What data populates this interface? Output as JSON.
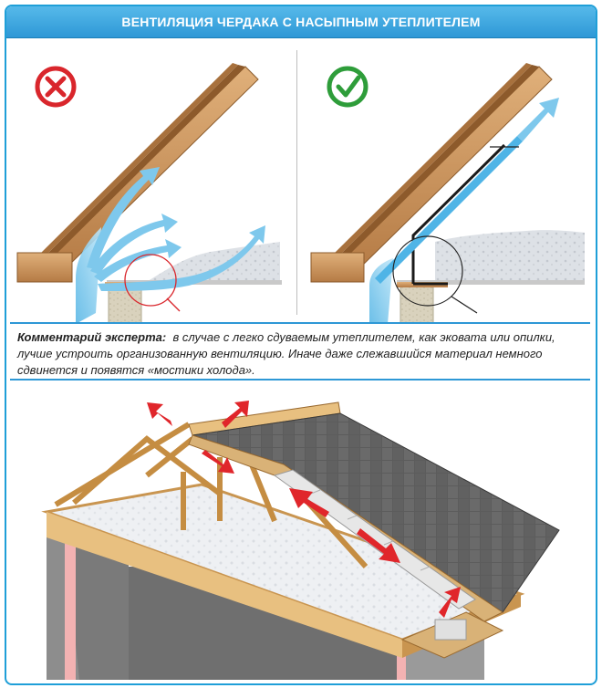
{
  "title": "ВЕНТИЛЯЦИЯ ЧЕРДАКА С НАСЫПНЫМ УТЕПЛИТЕЛЕМ",
  "left_panel": {
    "status_icon": "cross-icon",
    "status_color": "#d9262c"
  },
  "right_panel": {
    "status_icon": "check-icon",
    "status_color": "#2e9d3a"
  },
  "comment": {
    "label": "Комментарий эксперта:",
    "text": "в случае с легко сдуваемым утеплителем, как эковата или опилки, лучше устроить организованную вентиляцию. Иначе даже слежавшийся материал немного сдвинется и появятся «мостики холода»."
  },
  "colors": {
    "accent": "#2e98d6",
    "airflow": "#7ec8ec",
    "exhaust": "#e0262b",
    "wood": "#c9945a",
    "shingles": "#5a5a5a",
    "insulation": "#d9dde2"
  }
}
